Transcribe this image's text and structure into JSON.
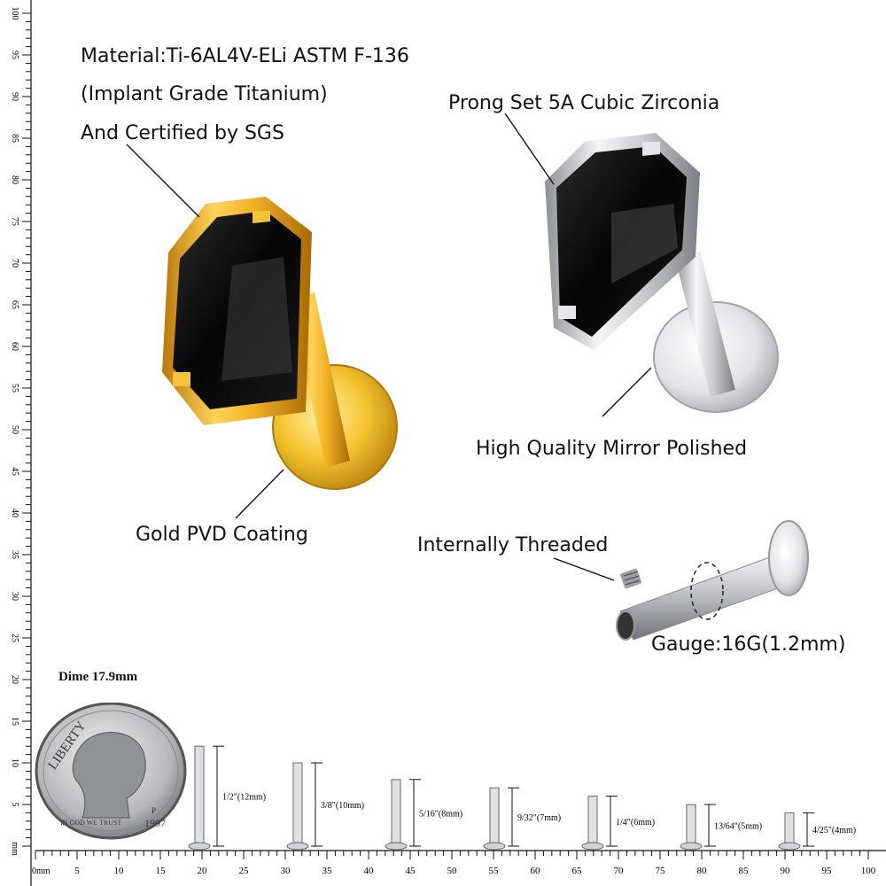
{
  "callouts": {
    "material_line1": "Material:Ti-6AL4V-ELi ASTM F-136",
    "material_line2": "(Implant Grade Titanium)",
    "material_line3": "And Certified by SGS",
    "prong": "Prong Set 5A Cubic Zirconia",
    "mirror": "High Quality Mirror Polished",
    "gold": "Gold PVD Coating",
    "threaded": "Internally Threaded",
    "gauge": "Gauge:16G(1.2mm)"
  },
  "dime": {
    "label": "Dime 17.9mm",
    "liberty": "LIBERTY",
    "motto": "IN GOD WE TRUST",
    "year": "1997",
    "mint": "P"
  },
  "sizes": [
    {
      "label": "1/2\"(12mm)",
      "mm": 12
    },
    {
      "label": "3/8\"(10mm)",
      "mm": 10
    },
    {
      "label": "5/16\"(8mm)",
      "mm": 8
    },
    {
      "label": "9/32\"(7mm)",
      "mm": 7
    },
    {
      "label": "1/4\"(6mm)",
      "mm": 6
    },
    {
      "label": "13/64\"(5mm)",
      "mm": 5
    },
    {
      "label": "4/25\"(4mm)",
      "mm": 4
    }
  ],
  "ruler": {
    "unit": "mm",
    "origin_label": "0mm",
    "x_labels": [
      "5",
      "10",
      "15",
      "20",
      "25",
      "30",
      "35",
      "40",
      "45",
      "50",
      "55",
      "60",
      "65",
      "70",
      "75",
      "80",
      "85",
      "90",
      "95",
      "100"
    ],
    "y_labels": [
      "5",
      "10",
      "15",
      "20",
      "25",
      "30",
      "35",
      "40",
      "45",
      "50",
      "55",
      "60",
      "65",
      "70",
      "75",
      "80",
      "85",
      "90",
      "95",
      "100"
    ]
  },
  "colors": {
    "gold": "#e6a817",
    "silver": "#c9ccd1",
    "gem": "#111111"
  }
}
